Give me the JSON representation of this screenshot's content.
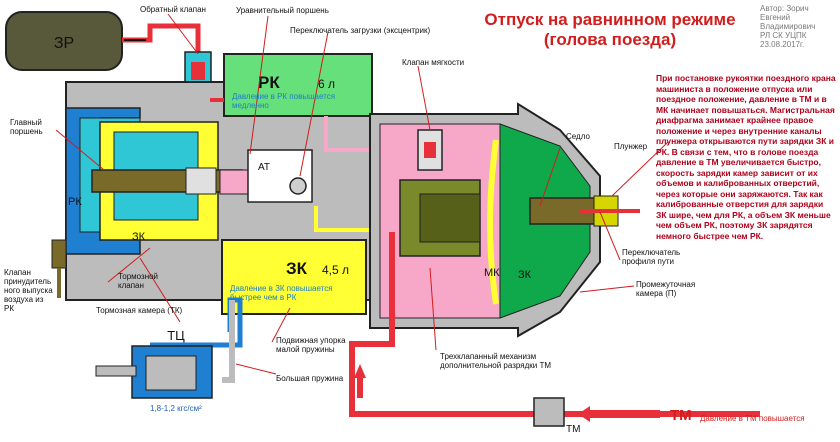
{
  "title": {
    "line1": "Отпуск на равнинном режиме",
    "line2": "(голова поезда)"
  },
  "author": {
    "line1": "Автор: Зорич Евгений",
    "line2": "Владимирович",
    "line3": "РЛ СК УЦПК",
    "line4": "23.08.2017г."
  },
  "description": "При постановке рукоятки поездного крана машиниста в положение отпуска или поездное положение, давление в ТМ и в МК начинает повышаться. Магистральная диафрагма занимает крайнее правое положение и через внутренние каналы плунжера открываются пути зарядки ЗК и РК. В связи с тем, что в голове поезда давление в ТМ увеличивается быстро, скорость зарядки камер зависит от их объемов и калиброванных отверстий, через которые они заряжаются. Так как калиброванные отверстия для зарядки ЗК шире, чем для РК, а объем ЗК меньше чем объем РК, поэтому ЗК зарядятся немного быстрее чем РК.",
  "tanks": {
    "zr": "ЗР",
    "rk": {
      "name": "РК",
      "volume": "6 л",
      "note": "Давление в РК повышается медленно"
    },
    "zk": {
      "name": "ЗК",
      "volume": "4,5 л",
      "note": "Давление в ЗК повышается быстрее чем в РК"
    }
  },
  "inner_labels": {
    "rk_left": "РК",
    "zk_left": "ЗК",
    "at": "АТ",
    "mk": "МК",
    "zk_right": "ЗК",
    "tc": "ТЦ",
    "tm": "ТМ",
    "tm_small": "ТМ"
  },
  "callouts": {
    "check_valve": "Обратный клапан",
    "equalizing_piston": "Уравнительный поршень",
    "load_switch": "Переключатель загрузки (эксцентрик)",
    "softness_valve": "Клапан мягкости",
    "main_piston": "Главный поршень",
    "saddle": "Седло",
    "plunger": "Плунжер",
    "profile_switch": "Переключатель профиля пути",
    "forced_release_valve": "Клапан принудитель ного выпуска воздуха из РК",
    "brake_valve": "Тормозной клапан",
    "brake_chamber": "Тормозная камера (ТК)",
    "movable_stop": "Подвижная упорка малой пружины",
    "big_spring": "Большая пружина",
    "intermediate_chamber": "Промежуточная камера (П)",
    "three_valve": "Трехклапанный механизм дополнительной разрядки ТМ"
  },
  "tc_pressure": "1,8-1,2 кгс/см²",
  "tm_note": "Давление в ТМ повышается",
  "colors": {
    "tm_red": "#e8303a",
    "pink": "#f7a8c8",
    "yellow": "#ffff33",
    "green": "#66e07a",
    "blue": "#1f7fd1",
    "cyan": "#2fc6d6",
    "gray": "#9a9a9a",
    "darkgreen": "#0f7a2a"
  }
}
